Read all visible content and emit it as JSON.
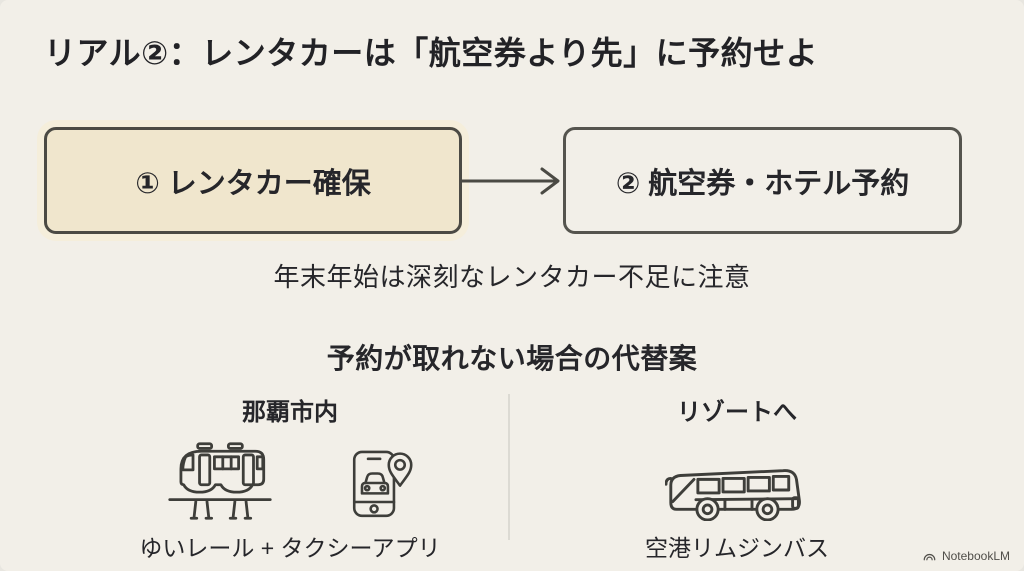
{
  "slide": {
    "title": "リアル②：レンタカーは「航空券より先」に予約せよ",
    "flow": {
      "step1": "① レンタカー確保",
      "step2": "② 航空券・ホテル予約",
      "arrow_icon": "right-arrow-icon",
      "caution": "年末年始は深刻なレンタカー不足に注意"
    },
    "alternatives": {
      "heading": "予約が取れない場合の代替案",
      "columns": [
        {
          "header": "那覇市内",
          "icons": [
            "monorail-icon",
            "taxi-app-icon"
          ],
          "label": "ゆいレール + タクシーアプリ"
        },
        {
          "header": "リゾートへ",
          "icons": [
            "limousine-bus-icon"
          ],
          "label": "空港リムジンバス"
        }
      ]
    },
    "watermark": {
      "icon": "notebooklm-logo-icon",
      "text": "NotebookLM"
    },
    "colors": {
      "background": "#f2efe8",
      "highlight_box_fill": "#f0e6cd",
      "highlight_box_glow": "#f5eedb",
      "box_border": "#4b4a44",
      "text": "#26262a",
      "icon_stroke": "#3e3e3a",
      "divider": "#dcdad3",
      "watermark_text": "#504e49"
    }
  }
}
